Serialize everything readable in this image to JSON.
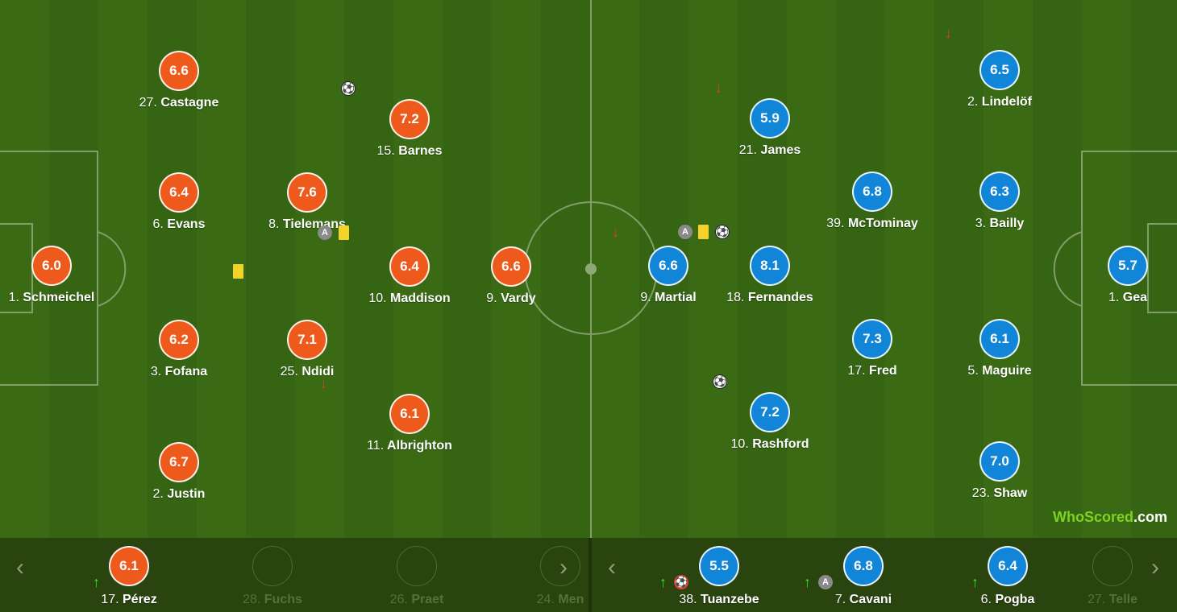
{
  "home": {
    "color": "#ee5a1c",
    "players": [
      {
        "num": "1.",
        "name": "Schmeichel",
        "rating": "6.0"
      },
      {
        "num": "27.",
        "name": "Castagne",
        "rating": "6.6"
      },
      {
        "num": "6.",
        "name": "Evans",
        "rating": "6.4"
      },
      {
        "num": "3.",
        "name": "Fofana",
        "rating": "6.2"
      },
      {
        "num": "2.",
        "name": "Justin",
        "rating": "6.7"
      },
      {
        "num": "8.",
        "name": "Tielemans",
        "rating": "7.6"
      },
      {
        "num": "25.",
        "name": "Ndidi",
        "rating": "7.1"
      },
      {
        "num": "15.",
        "name": "Barnes",
        "rating": "7.2"
      },
      {
        "num": "10.",
        "name": "Maddison",
        "rating": "6.4"
      },
      {
        "num": "11.",
        "name": "Albrighton",
        "rating": "6.1"
      },
      {
        "num": "9.",
        "name": "Vardy",
        "rating": "6.6"
      }
    ],
    "subs": [
      {
        "num": "17.",
        "name": "Pérez",
        "rating": "6.1"
      },
      {
        "num": "28.",
        "name": "Fuchs",
        "rating": ""
      },
      {
        "num": "26.",
        "name": "Praet",
        "rating": ""
      },
      {
        "num": "24.",
        "name": "Men",
        "rating": ""
      }
    ]
  },
  "away": {
    "color": "#1185d8",
    "players": [
      {
        "num": "1.",
        "name": "Gea",
        "rating": "5.7"
      },
      {
        "num": "2.",
        "name": "Lindelöf",
        "rating": "6.5"
      },
      {
        "num": "3.",
        "name": "Bailly",
        "rating": "6.3"
      },
      {
        "num": "5.",
        "name": "Maguire",
        "rating": "6.1"
      },
      {
        "num": "23.",
        "name": "Shaw",
        "rating": "7.0"
      },
      {
        "num": "39.",
        "name": "McTominay",
        "rating": "6.8"
      },
      {
        "num": "17.",
        "name": "Fred",
        "rating": "7.3"
      },
      {
        "num": "21.",
        "name": "James",
        "rating": "5.9"
      },
      {
        "num": "18.",
        "name": "Fernandes",
        "rating": "8.1"
      },
      {
        "num": "10.",
        "name": "Rashford",
        "rating": "7.2"
      },
      {
        "num": "9.",
        "name": "Martial",
        "rating": "6.6"
      }
    ],
    "subs": [
      {
        "num": "38.",
        "name": "Tuanzebe",
        "rating": "5.5"
      },
      {
        "num": "7.",
        "name": "Cavani",
        "rating": "6.8"
      },
      {
        "num": "6.",
        "name": "Pogba",
        "rating": "6.4"
      },
      {
        "num": "27.",
        "name": "Telle",
        "rating": ""
      }
    ]
  },
  "icons": {
    "goal": "soccer-ball-icon",
    "yellow_card": "yellow-card-icon",
    "assist": "assist-icon",
    "sub_off": "arrow-down-icon",
    "sub_on": "arrow-up-icon",
    "assist_letter": "A"
  },
  "logo": {
    "text1": "WhoScored",
    "text2": ".com"
  },
  "nav": {
    "prev": "‹",
    "next": "›"
  }
}
